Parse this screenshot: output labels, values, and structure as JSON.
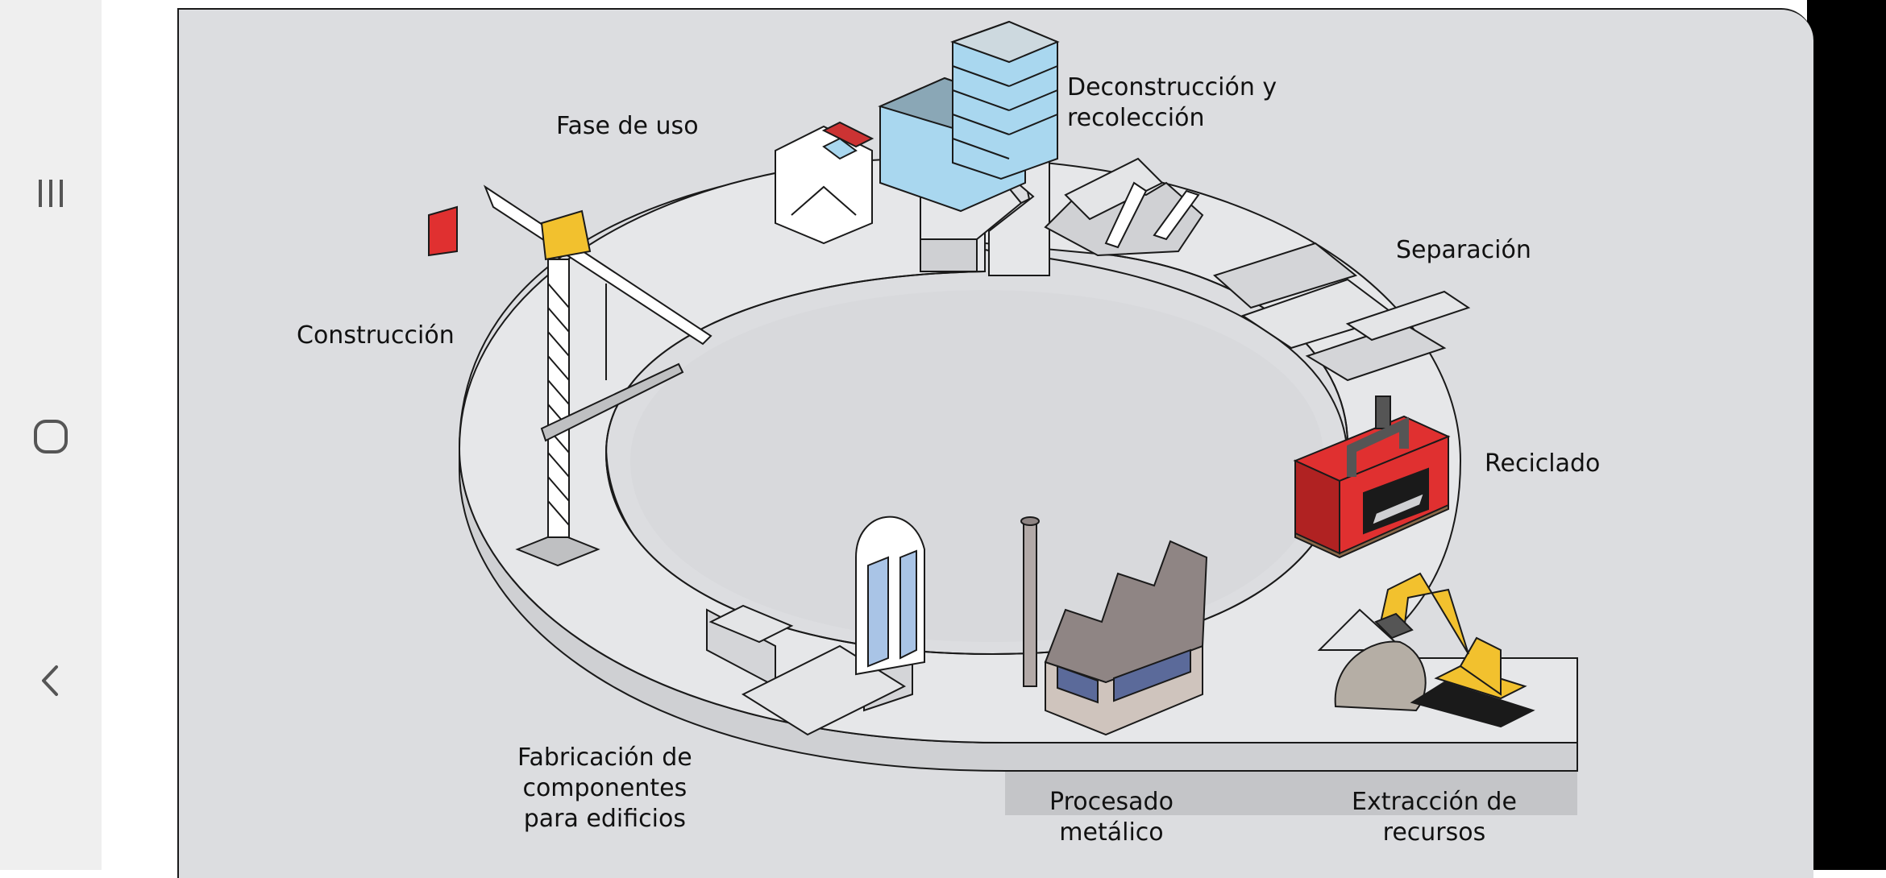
{
  "navigation": {
    "recents_icon": "recents-lines-icon",
    "home_icon": "home-rounded-square-icon",
    "back_icon": "back-chevron-icon"
  },
  "diagram": {
    "stages": {
      "use_phase": "Fase de uso",
      "deconstruction": "Deconstrucción y\nrecolección",
      "separation": "Separación",
      "recycling": "Reciclado",
      "construction": "Construcción",
      "components": "Fabricación de\ncomponentes\npara edificios",
      "metal_processing": "Procesado\nmetálico",
      "extraction": "Extracción de\nrecursos"
    },
    "colors": {
      "background": "#dcdde0",
      "ring_top": "#e6e7e9",
      "ring_side": "#c9cacd",
      "recycling_unit": "#e03030",
      "excavator": "#f2c12e",
      "crane_cab": "#f2c12e",
      "glass": "#a9d7ef",
      "factory_roof": "#8f8584"
    }
  }
}
